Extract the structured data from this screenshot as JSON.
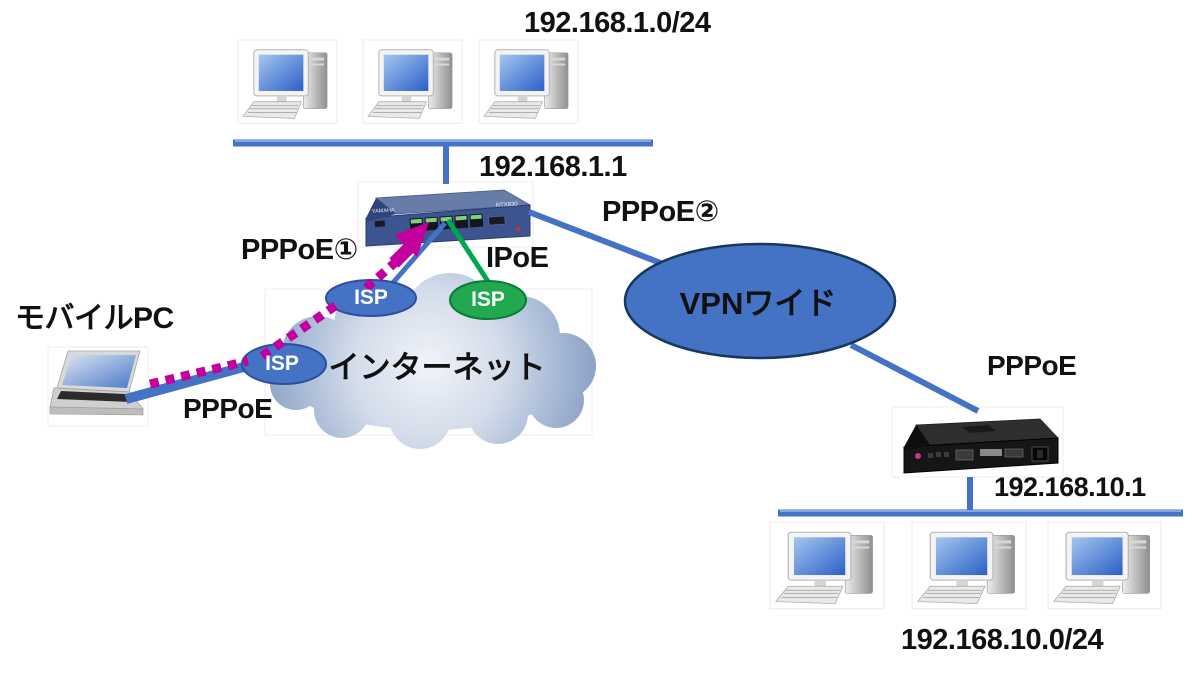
{
  "diagram": {
    "title": "PPPoE / IPoE VPN network diagram",
    "labels": {
      "lan1_subnet": "192.168.1.0/24",
      "lan1_gateway": "192.168.1.1",
      "pppoe1": "PPPoE①",
      "pppoe2": "PPPoE②",
      "ipoe": "IPoE",
      "mobile_pc": "モバイルPC",
      "pppoe_mobile": "PPPoE",
      "internet": "インターネット",
      "vpn_wide": "VPNワイド",
      "isp_mobile": "ISP",
      "isp_pppoe": "ISP",
      "isp_ipoe": "ISP",
      "pppoe_branch": "PPPoE",
      "lan2_gateway": "192.168.10.1",
      "lan2_subnet": "192.168.10.0/24"
    },
    "icons": {
      "desktop_pc": "desktop-pc-icon",
      "laptop": "laptop-icon",
      "router_main": "blue-router-icon",
      "router_branch": "black-router-icon",
      "cloud": "internet-cloud-icon"
    },
    "colors": {
      "line_blue": "#4472C4",
      "line_highlight": "#82A7DE",
      "magenta_dash": "#C3009E",
      "green_line": "#00A650",
      "isp_blue_fill": "#4472C4",
      "isp_blue_stroke": "#2B4F9E",
      "isp_green_fill": "#22A84F",
      "isp_green_stroke": "#0D7A3A",
      "vpn_fill": "#4472C4",
      "vpn_stroke": "#17375E",
      "text": "#111111",
      "background": "#ffffff"
    }
  }
}
